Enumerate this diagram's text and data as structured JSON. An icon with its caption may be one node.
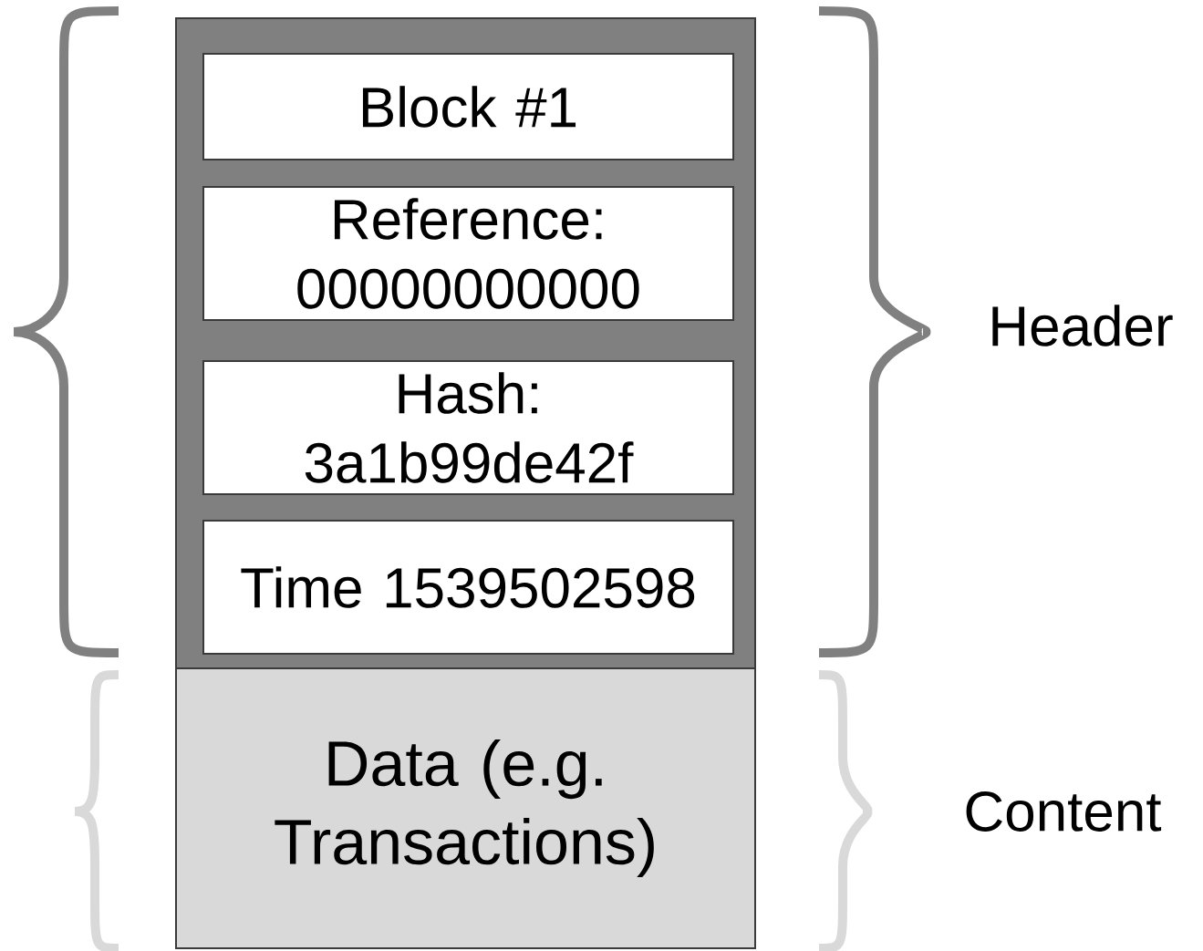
{
  "diagram": {
    "nodes": [
      {
        "text": [],
        "shape": "box"
      },
      {
        "text": [
          "Block #1"
        ],
        "in": 0
      },
      {
        "text": [
          "Reference: 00000000000"
        ],
        "in": 0
      },
      {
        "text": [
          "Hash: 3a1b99de42f"
        ],
        "in": 0
      },
      {
        "text": [
          "Time 1539502598"
        ],
        "in": 0
      },
      {
        "text": [
          "Data (e.g. Transactions)"
        ]
      }
    ],
    "labels": [
      "Header",
      "Content"
    ]
  }
}
